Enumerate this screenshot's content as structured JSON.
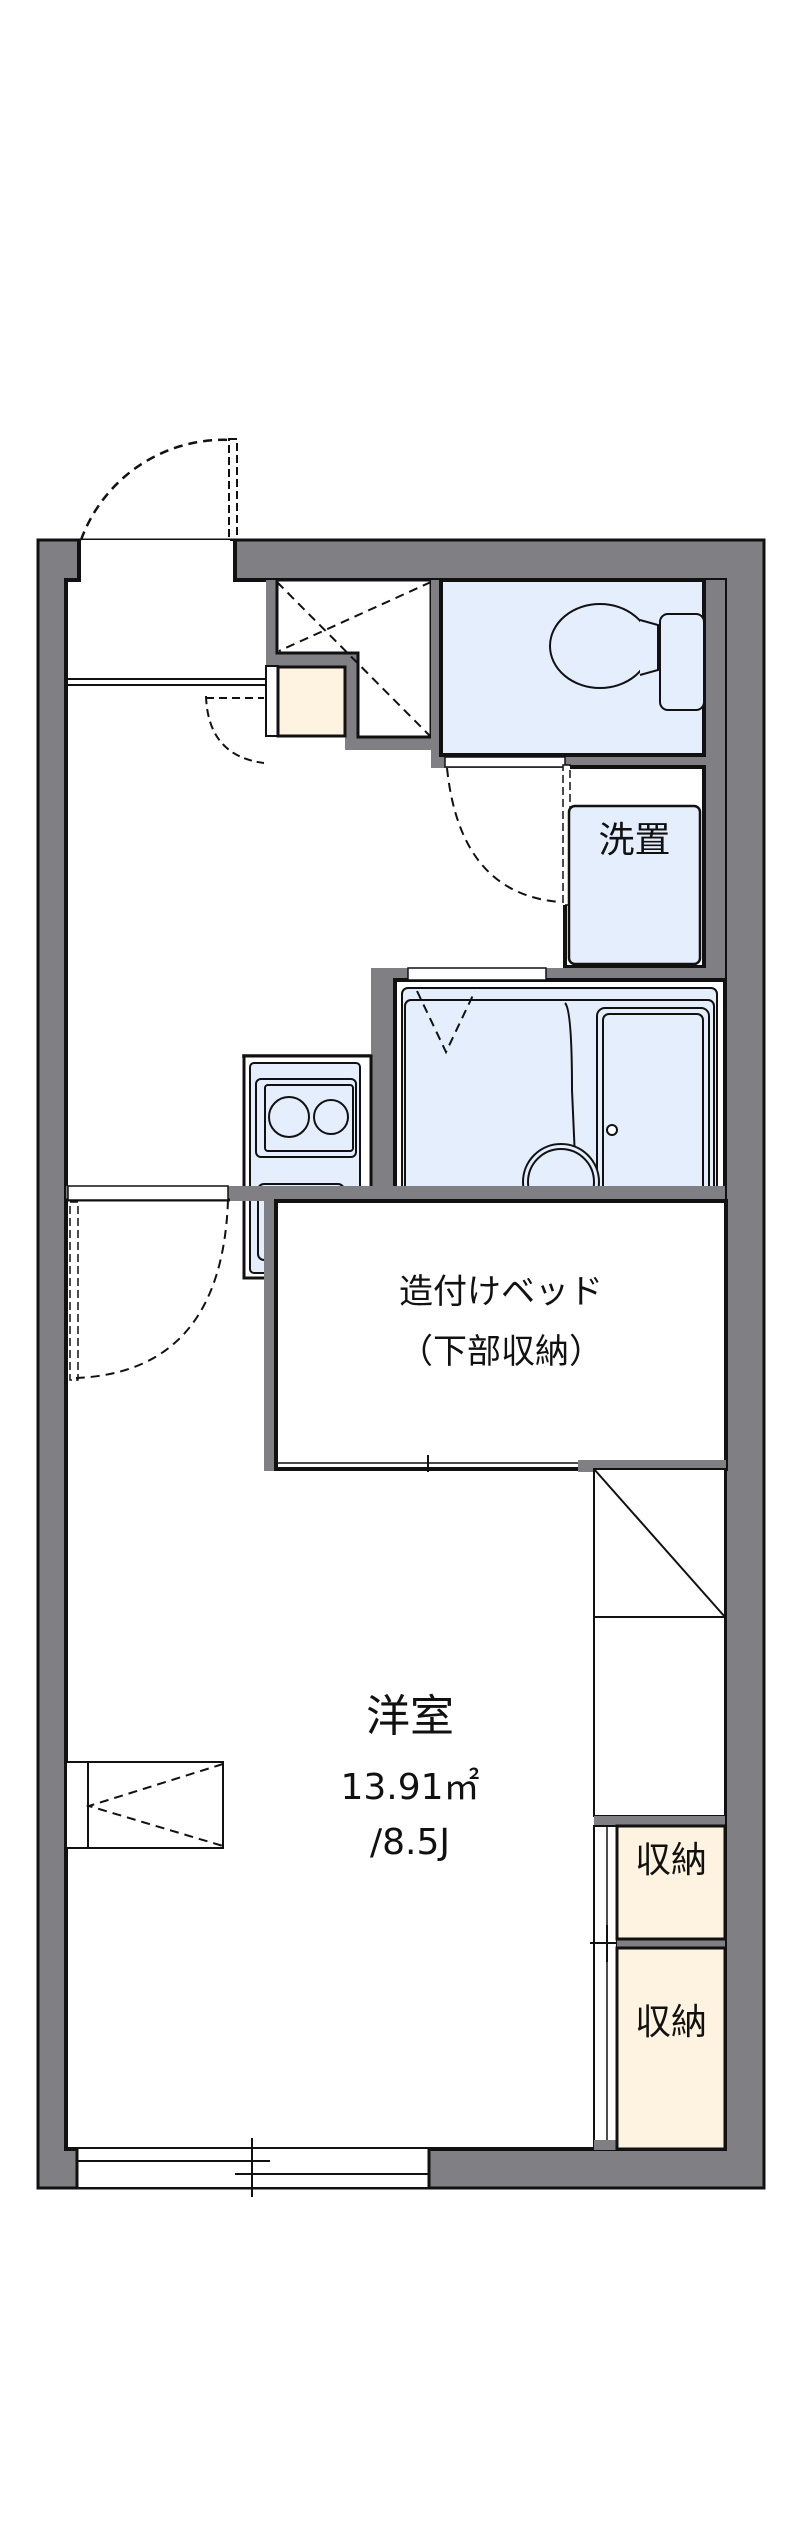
{
  "colors": {
    "wall": "#808084",
    "wet_area": "#e4eefc",
    "storage": "#fdf3e0",
    "line": "#111111",
    "floor": "#ffffff"
  },
  "rooms": {
    "western_room": {
      "name": "洋室",
      "area": "13.91㎡",
      "size_jo": "/8.5J"
    },
    "built_in_bed": {
      "line1": "造付けベッド",
      "line2": "（下部収納）"
    },
    "washer_space": {
      "label": "洗置"
    },
    "storage_1": {
      "label": "収納"
    },
    "storage_2": {
      "label": "収納"
    },
    "toilet": {
      "icon": "toilet-icon"
    },
    "bathroom": {
      "icon": "bathtub-icon"
    },
    "kitchen": {
      "icon": "stove-sink-icon"
    }
  }
}
